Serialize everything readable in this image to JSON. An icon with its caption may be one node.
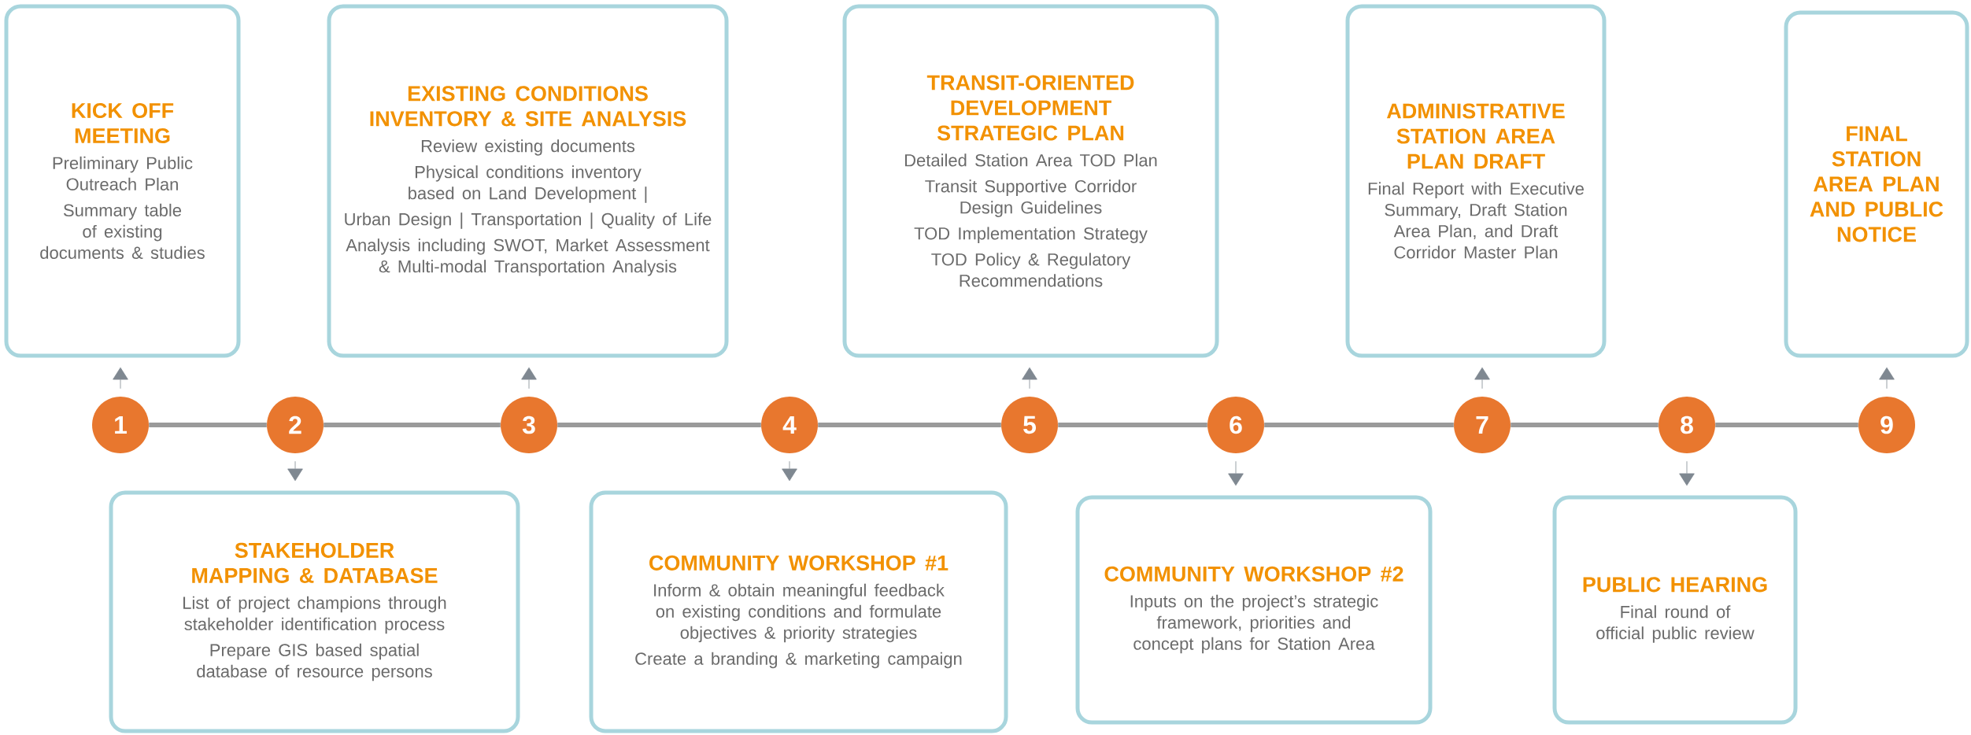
{
  "diagram": {
    "nodes": [
      {
        "text": [
          "1"
        ]
      },
      {
        "text": [
          "2"
        ]
      },
      {
        "text": [
          "3"
        ]
      },
      {
        "text": [
          "4"
        ]
      },
      {
        "text": [
          "5"
        ]
      },
      {
        "text": [
          "6"
        ]
      },
      {
        "text": [
          "7"
        ]
      },
      {
        "text": [
          "8"
        ]
      },
      {
        "text": [
          "9"
        ]
      },
      {
        "text": [
          "KICK OFF MEETING",
          "Preliminary Public Outreach Plan",
          "Summary table of existing documents & studies"
        ]
      },
      {
        "text": [
          "STAKEHOLDER MAPPING & DATABASE",
          "List of project champions through stakeholder identification process",
          "Prepare GIS based spatial database of resource persons"
        ]
      },
      {
        "text": [
          "EXISTING CONDITIONS INVENTORY & SITE ANALYSIS",
          "Review existing documents",
          "Physical conditions inventory based on Land Development |",
          "Urban Design | Transportation | Quality of Life",
          "Analysis including SWOT, Market Assessment & Multi-modal Transportation Analysis"
        ]
      },
      {
        "text": [
          "COMMUNITY WORKSHOP #1",
          "Inform & obtain meaningful feedback on existing conditions and formulate objectives & priority strategies",
          "Create a branding & marketing campaign"
        ]
      },
      {
        "text": [
          "TRANSIT-ORIENTED DEVELOPMENT STRATEGIC PLAN",
          "Detailed Station Area TOD Plan",
          "Transit Supportive Corridor Design Guidelines",
          "TOD Implementation Strategy",
          "TOD Policy & Regulatory Recommendations"
        ]
      },
      {
        "text": [
          "COMMUNITY WORKSHOP #2",
          "Inputs on the project’s strategic framework, priorities and concept plans for Station Area"
        ]
      },
      {
        "text": [
          "ADMINISTRATIVE STATION AREA PLAN DRAFT",
          "Final Report with Executive Summary, Draft Station Area Plan, and Draft Corridor Master Plan"
        ]
      },
      {
        "text": [
          "PUBLIC HEARING",
          "Final round of official public review"
        ]
      },
      {
        "text": [
          "FINAL STATION AREA PLAN AND PUBLIC NOTICE"
        ]
      }
    ],
    "edges": [
      {
        "from": 0,
        "to": 1,
        "arrow": "none",
        "style": "thick"
      },
      {
        "from": 1,
        "to": 2,
        "arrow": "none",
        "style": "thick"
      },
      {
        "from": 2,
        "to": 3,
        "arrow": "none",
        "style": "thick"
      },
      {
        "from": 3,
        "to": 4,
        "arrow": "none",
        "style": "thick"
      },
      {
        "from": 4,
        "to": 5,
        "arrow": "none",
        "style": "thick"
      },
      {
        "from": 5,
        "to": 6,
        "arrow": "none",
        "style": "thick"
      },
      {
        "from": 6,
        "to": 7,
        "arrow": "none",
        "style": "thick"
      },
      {
        "from": 7,
        "to": 8,
        "arrow": "none",
        "style": "thick"
      },
      {
        "from": 0,
        "to": 9,
        "arrow": "to"
      },
      {
        "from": 1,
        "to": 10,
        "arrow": "to"
      },
      {
        "from": 2,
        "to": 11,
        "arrow": "to"
      },
      {
        "from": 3,
        "to": 12,
        "arrow": "to"
      },
      {
        "from": 4,
        "to": 13,
        "arrow": "to"
      },
      {
        "from": 5,
        "to": 14,
        "arrow": "to"
      },
      {
        "from": 6,
        "to": 15,
        "arrow": "to"
      },
      {
        "from": 7,
        "to": 16,
        "arrow": "to"
      },
      {
        "from": 8,
        "to": 17,
        "arrow": "to"
      }
    ]
  }
}
